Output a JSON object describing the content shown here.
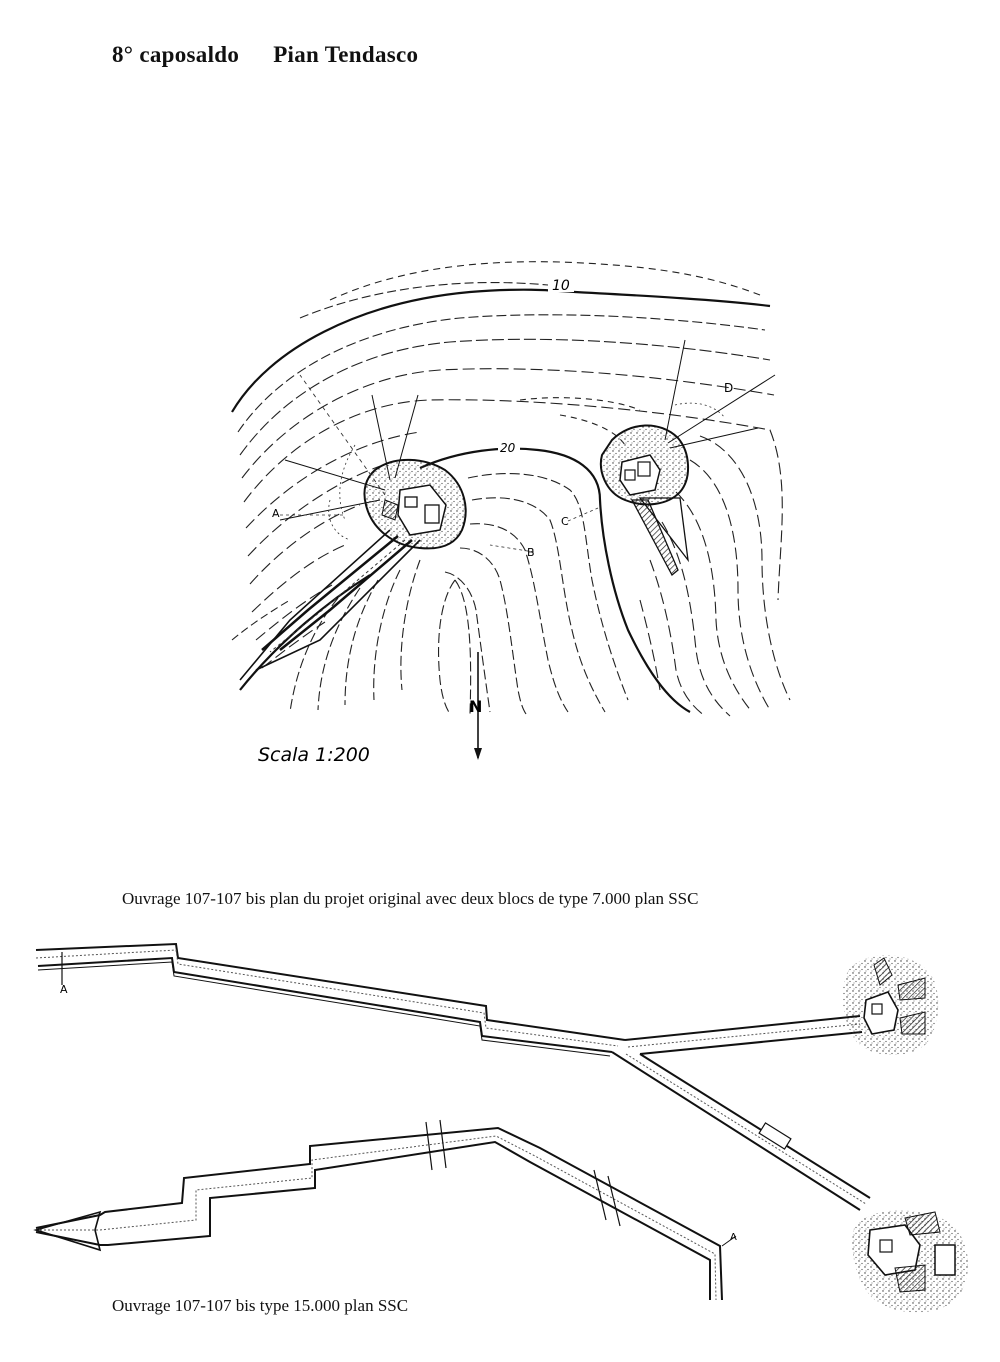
{
  "title": {
    "part1": "8° caposaldo",
    "part2": "Pian Tendasco"
  },
  "site_plan": {
    "contour_labels": [
      "10",
      "20"
    ],
    "point_labels": [
      "A",
      "B",
      "C",
      "D"
    ],
    "scale": "Scala 1:200",
    "north": "N"
  },
  "plan_original": {
    "caption": "Ouvrage 107-107 bis  plan du projet original  avec deux blocs de type 7.000  plan SSC",
    "entrance_label": "A"
  },
  "plan_15000": {
    "caption": "Ouvrage 107-107 bis  type 15.000 plan SSC",
    "entrance_label": "A"
  }
}
